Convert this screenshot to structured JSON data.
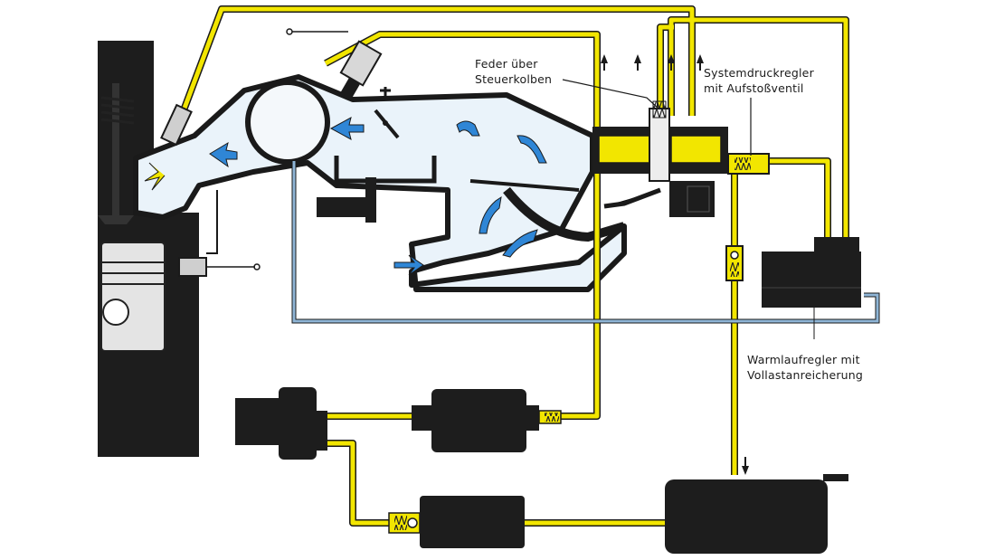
{
  "labels": {
    "feder_line1": "Feder über",
    "feder_line2": "Steuerkolben",
    "systemdruck_line1": "Systemdruckregler",
    "systemdruck_line2": "mit Aufstoßventil",
    "warmlauf_line1": "Warmlaufregler mit",
    "warmlauf_line2": "Vollastanreicherung"
  },
  "colors": {
    "fuel_line": "#f2e600",
    "fuel_outline": "#1a1a1a",
    "air_duct_fill": "#eaf3fa",
    "air_flow_arrow": "#2f86d6",
    "control_line": "#8fb5d6",
    "component": "#1c1c1c",
    "engine_gray": "#dcdcdc",
    "page_bg": "#ffffff"
  },
  "icons": [
    "air-flow-arrow-icon",
    "spring-icon",
    "spark-icon",
    "up-arrow-icon",
    "down-arrow-icon",
    "throttle-valve-icon"
  ]
}
